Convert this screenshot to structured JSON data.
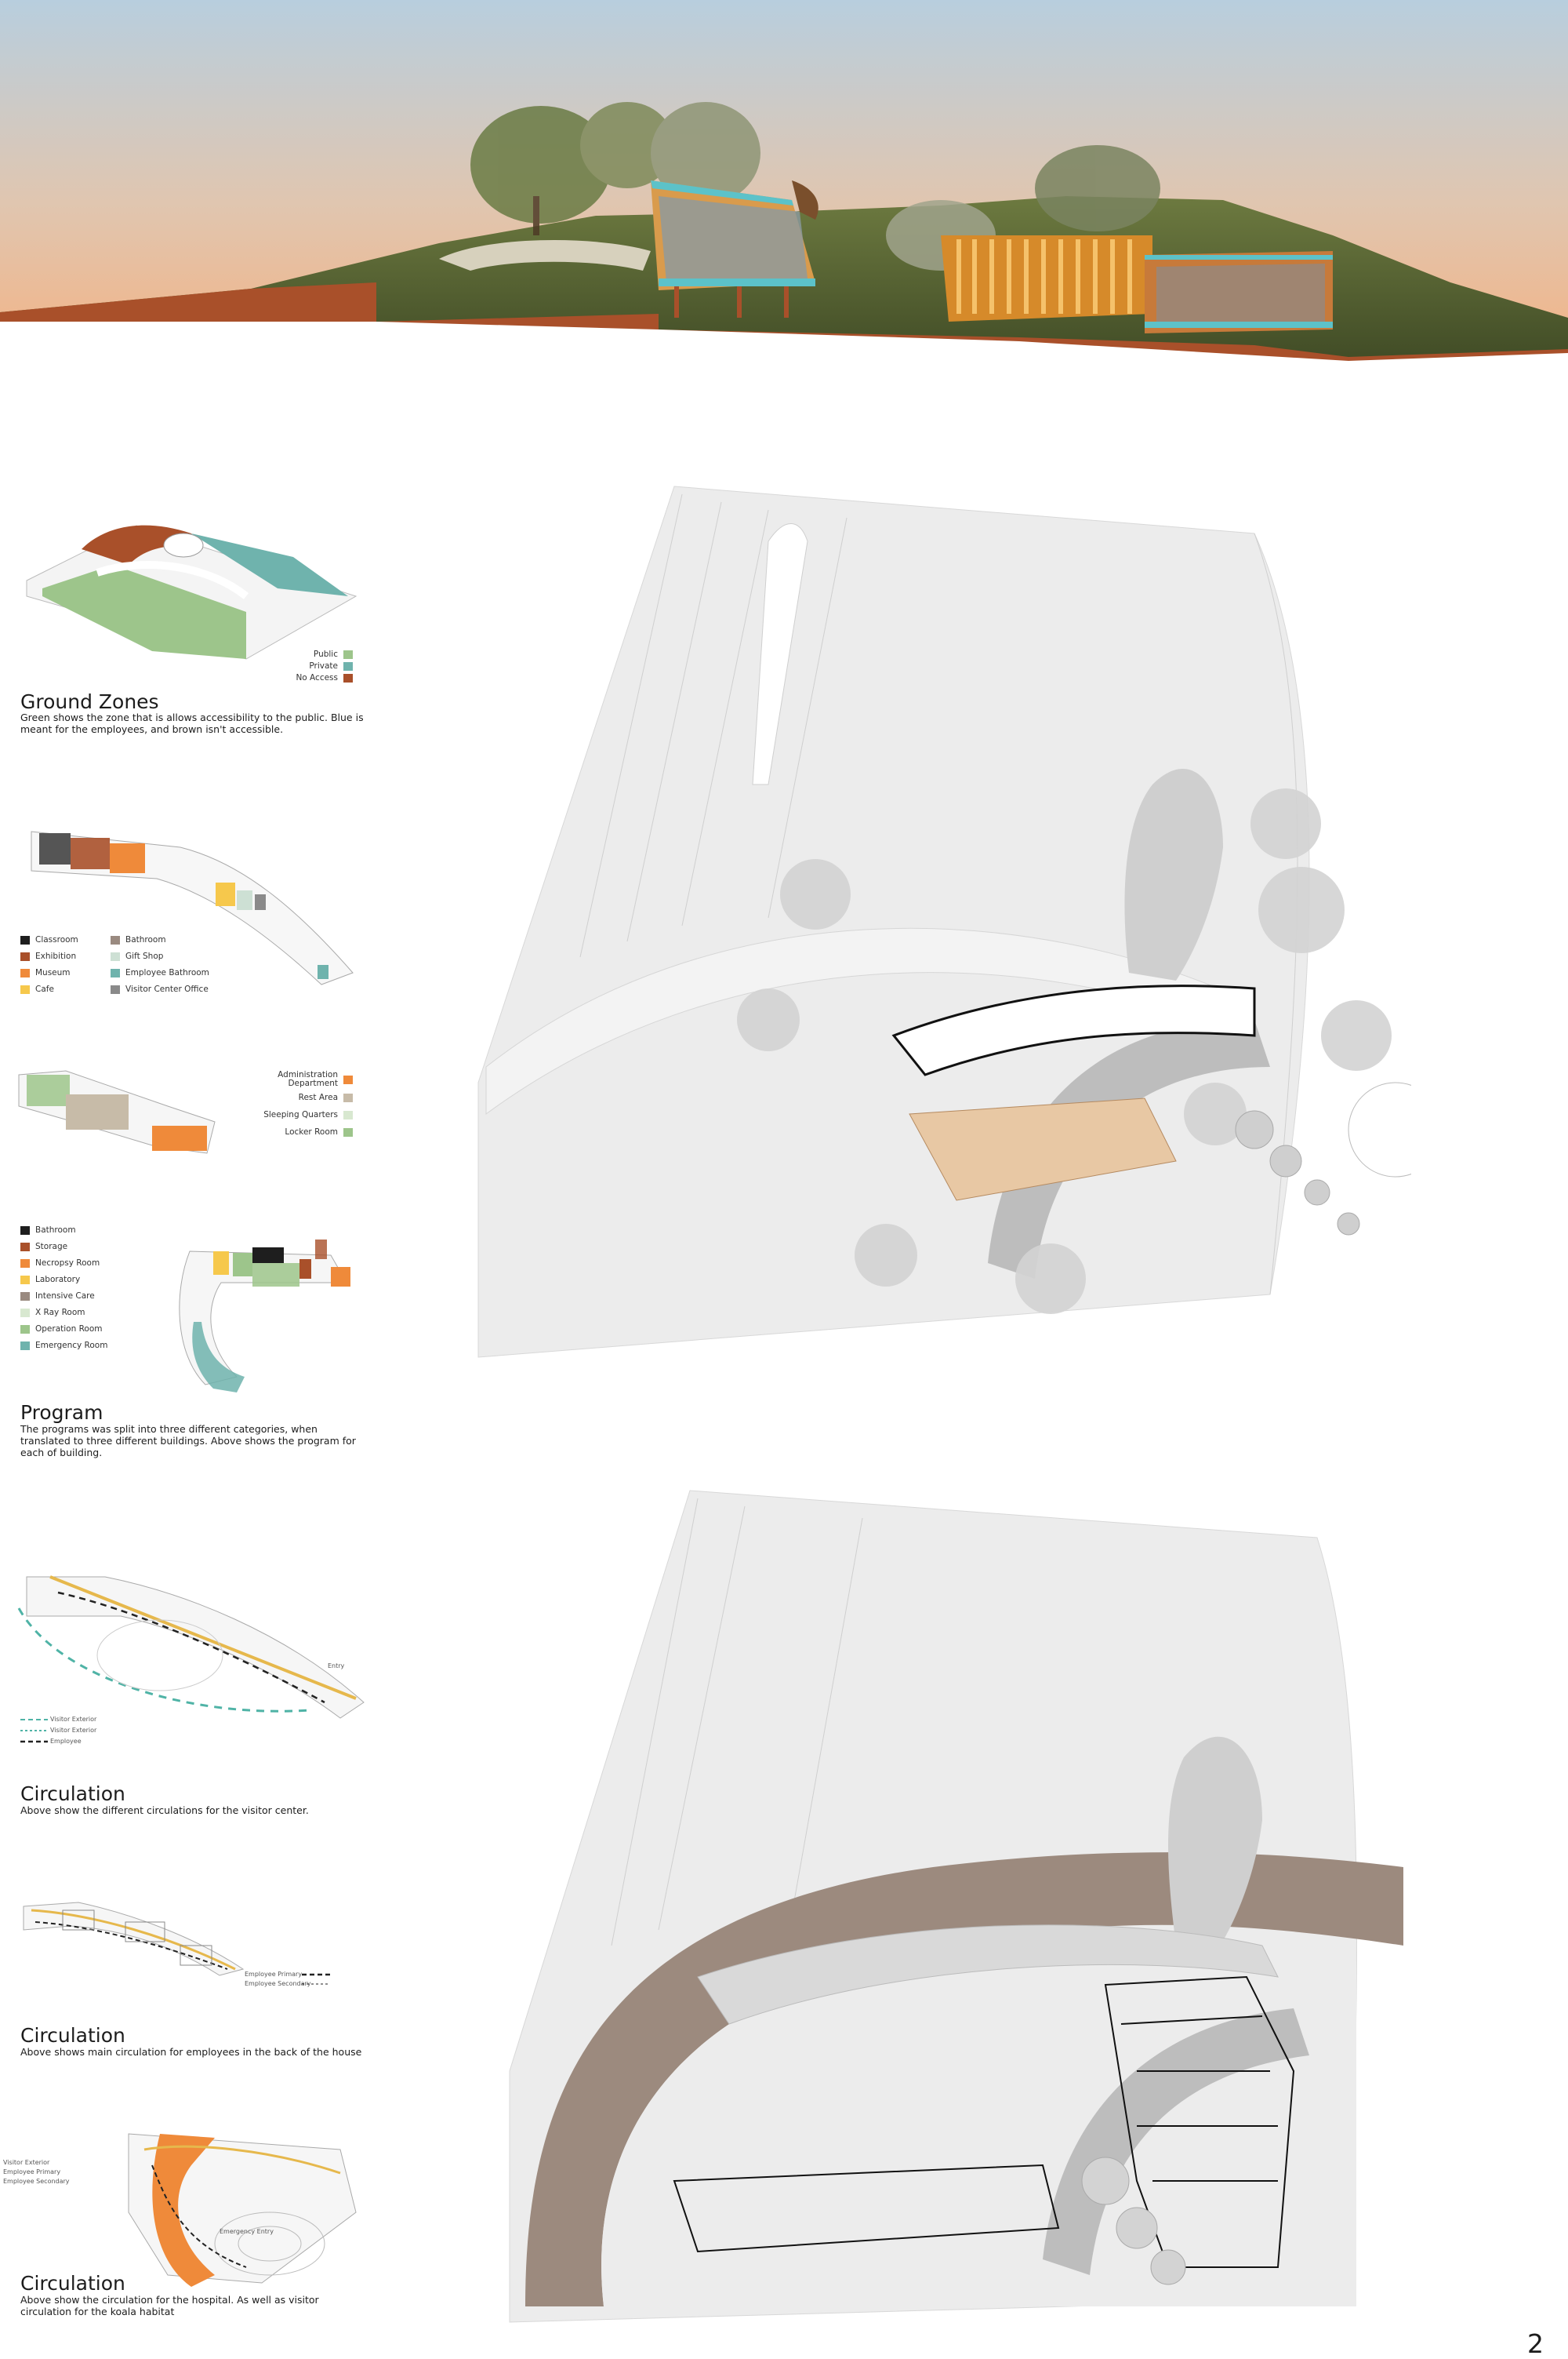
{
  "ground_zones": {
    "title": "Ground Zones",
    "description": "Green shows the zone that is allows accessibility to the public. Blue is meant for the employees, and brown isn't accessible.",
    "legend": [
      {
        "label": "Public",
        "color": "#9dc58b"
      },
      {
        "label": "Private",
        "color": "#6fb3ad"
      },
      {
        "label": "No Access",
        "color": "#a9502a"
      }
    ]
  },
  "program": {
    "title": "Program",
    "description": "The programs was split into three different categories, when translated to three different buildings. Above shows the program for each of building.",
    "visitor_center_legend_left": [
      {
        "label": "Classroom",
        "color": "#1e1e1e"
      },
      {
        "label": "Exhibition",
        "color": "#a9502a"
      },
      {
        "label": "Museum",
        "color": "#ef8a3a"
      },
      {
        "label": "Cafe",
        "color": "#f6c84c"
      }
    ],
    "visitor_center_legend_right": [
      {
        "label": "Bathroom",
        "color": "#9a8a80"
      },
      {
        "label": "Gift Shop",
        "color": "#cde0d4"
      },
      {
        "label": "Employee Bathroom",
        "color": "#6fb3ad"
      },
      {
        "label": "Visitor Center Office",
        "color": "#8a8a8a"
      }
    ],
    "admin_legend": [
      {
        "label": "Administration Department",
        "color": "#ef8a3a"
      },
      {
        "label": "Rest Area",
        "color": "#c7bba8"
      },
      {
        "label": "Sleeping Quarters",
        "color": "#d8e8d0"
      },
      {
        "label": "Locker Room",
        "color": "#9dc58b"
      }
    ],
    "hospital_legend": [
      {
        "label": "Bathroom",
        "color": "#1e1e1e"
      },
      {
        "label": "Storage",
        "color": "#a9502a"
      },
      {
        "label": "Necropsy Room",
        "color": "#ef8a3a"
      },
      {
        "label": "Laboratory",
        "color": "#f6c84c"
      },
      {
        "label": "Intensive Care",
        "color": "#9a8a80"
      },
      {
        "label": "X Ray Room",
        "color": "#d8e8d0"
      },
      {
        "label": "Operation Room",
        "color": "#9dc58b"
      },
      {
        "label": "Emergency Room",
        "color": "#6fb3ad"
      }
    ]
  },
  "circulation_1": {
    "title": "Circulation",
    "description": "Above show the different circulations for the visitor center.",
    "legend": [
      "Visitor Exterior",
      "Visitor Exterior",
      "Employee"
    ],
    "entry_label": "Entry"
  },
  "circulation_2": {
    "title": "Circulation",
    "description": "Above shows main circulation for employees in the back of the house",
    "legend": [
      "Employee Primary",
      "Employee Secondary"
    ]
  },
  "circulation_3": {
    "title": "Circulation",
    "description": "Above show the circulation for the hospital. As well as visitor circulation for the koala habitat",
    "legend": [
      "Visitor Exterior",
      "Employee Primary",
      "Employee Secondary"
    ],
    "area_label": "Emergency Entry"
  },
  "page_number": "2",
  "colors": {
    "sky_top": "#b9cfe0",
    "sky_bottom": "#f0b487",
    "ground": "#a9502a",
    "grass": "#5f6f3a",
    "site_gray": "#ececec",
    "road_gray": "#bdbdbd",
    "brown_zone": "#9c8a7e",
    "wood": "#e8c8a4"
  }
}
